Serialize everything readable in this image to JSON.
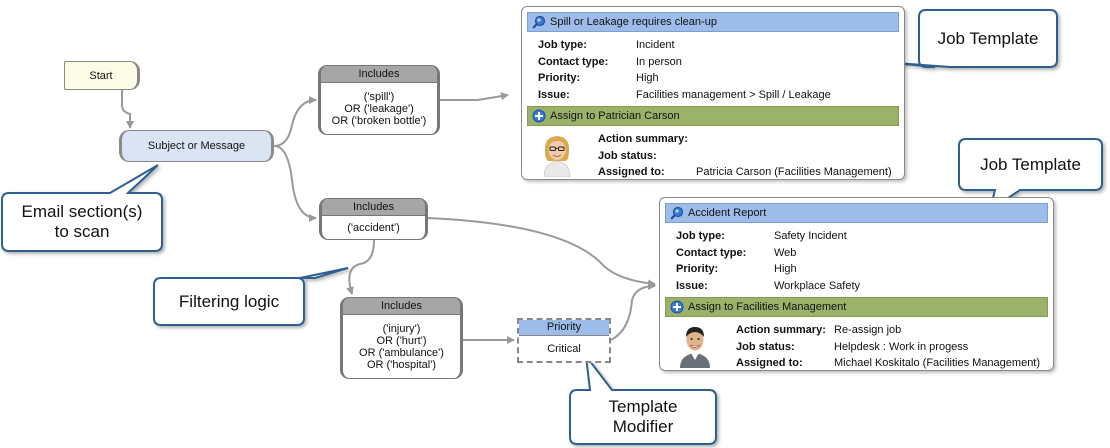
{
  "start": "Start",
  "subject": "Subject or Message",
  "includes1": {
    "header": "Includes",
    "lines": [
      "('spill')",
      "OR ('leakage')",
      "OR ('broken bottle')"
    ]
  },
  "includes2": {
    "header": "Includes",
    "lines": [
      "('accident')"
    ]
  },
  "includes3": {
    "header": "Includes",
    "lines": [
      "('injury')",
      "OR ('hurt')",
      "OR ('ambulance')",
      "OR ('hospital')"
    ]
  },
  "priority": {
    "header": "Priority",
    "value": "Critical"
  },
  "template1": {
    "title": "Spill or Leakage requires clean-up",
    "fields": [
      {
        "label": "Job type:",
        "value": "Incident"
      },
      {
        "label": "Contact type:",
        "value": "In person"
      },
      {
        "label": "Priority:",
        "value": "High"
      },
      {
        "label": "Issue:",
        "value": "Facilities management > Spill / Leakage"
      }
    ],
    "assign": "Assign to Patrician Carson",
    "assignment": [
      {
        "label": "Action summary:",
        "value": ""
      },
      {
        "label": "Job status:",
        "value": ""
      },
      {
        "label": "Assigned to:",
        "value": "Patricia Carson (Facilities Management)"
      }
    ]
  },
  "template2": {
    "title": "Accident Report",
    "fields": [
      {
        "label": "Job type:",
        "value": "Safety Incident"
      },
      {
        "label": "Contact type:",
        "value": "Web"
      },
      {
        "label": "Priority:",
        "value": "High"
      },
      {
        "label": "Issue:",
        "value": "Workplace Safety"
      }
    ],
    "assign": "Assign to Facilities Management",
    "assignment": [
      {
        "label": "Action summary:",
        "value": "Re-assign job"
      },
      {
        "label": "Job status:",
        "value": "Helpdesk : Work in progess"
      },
      {
        "label": "Assigned to:",
        "value": "Michael Koskitalo (Facilities Management)"
      }
    ]
  },
  "callouts": {
    "job_template_1": "Job Template",
    "job_template_2": "Job Template",
    "email_section_line1": "Email section(s)",
    "email_section_line2": "to scan",
    "filtering": "Filtering logic",
    "modifier_line1": "Template",
    "modifier_line2": "Modifier"
  },
  "icons": {
    "title_icon": "magnifier-icon",
    "assign_icon": "plus-circle-icon",
    "person1": "woman-avatar",
    "person2": "man-avatar"
  },
  "colors": {
    "title_bar": "#9dbcea",
    "assign_bar": "#9cb26a",
    "includes_header": "#a6a6a6",
    "subject_fill": "#dbe4f3",
    "start_fill": "#fbfbe6"
  }
}
